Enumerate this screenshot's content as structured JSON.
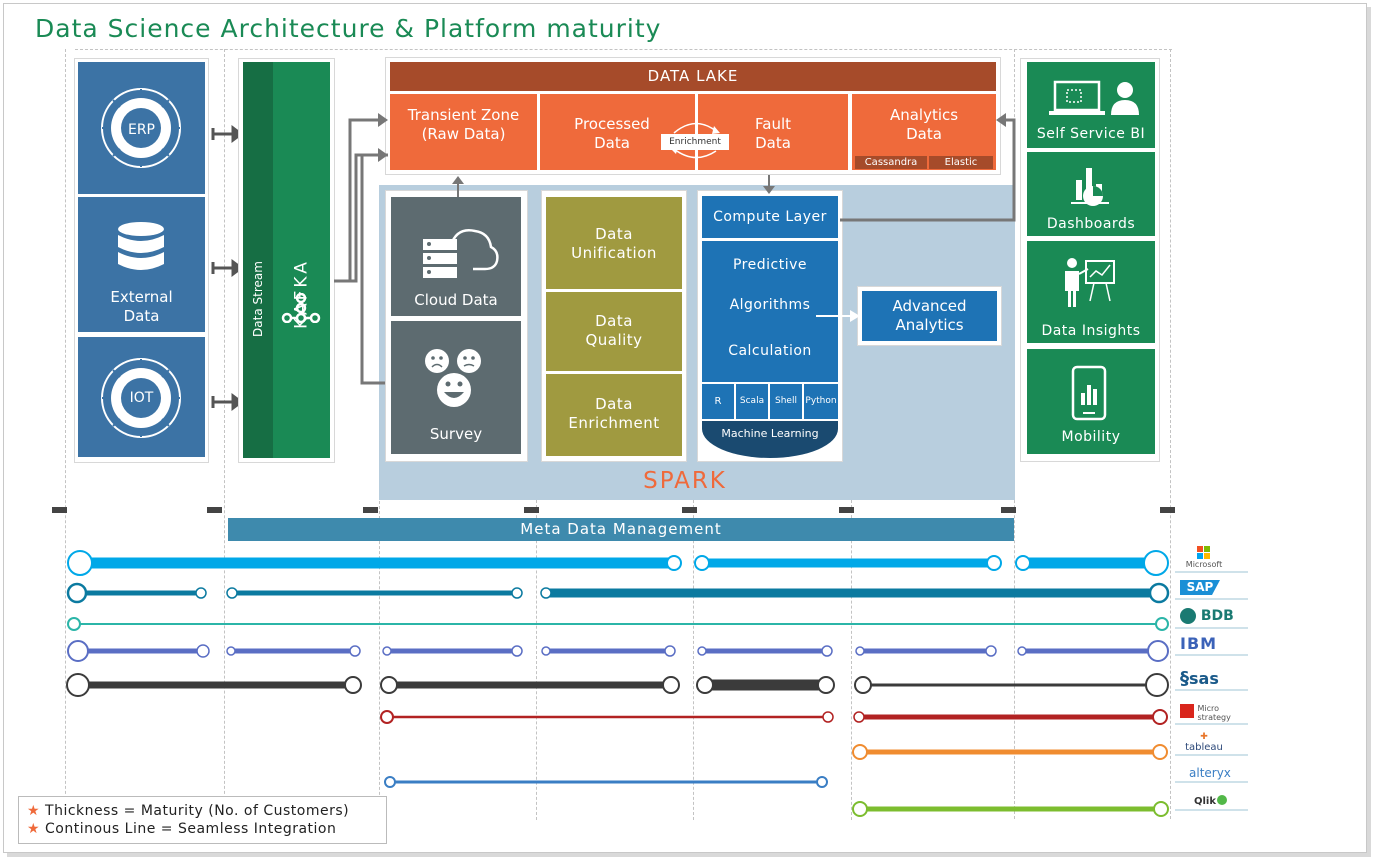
{
  "title": "Data Science Architecture & Platform maturity",
  "sources": [
    {
      "name": "ERP",
      "icon": "erp-wheel-icon"
    },
    {
      "name": "External Data",
      "icon": "database-icon"
    },
    {
      "name": "IOT",
      "icon": "iot-wheel-icon"
    }
  ],
  "stream": {
    "label": "Data Stream",
    "kafka": "KAFKA",
    "icon": "kafka-nodes-icon"
  },
  "data_lake": {
    "header": "DATA LAKE",
    "zones": [
      "Transient Zone (Raw Data)",
      "Processed Data",
      "Fault Data",
      "Analytics Data"
    ],
    "enrichment": "Enrichment",
    "sub": [
      "Cassandra",
      "Elastic"
    ]
  },
  "inputs": [
    {
      "name": "Cloud Data",
      "icon": "cloud-server-icon"
    },
    {
      "name": "Survey",
      "icon": "smiley-faces-icon"
    }
  ],
  "processing": [
    "Data Unification",
    "Data Quality",
    "Data Enrichment"
  ],
  "compute": {
    "header": "Compute Layer",
    "items": [
      "Predictive",
      "Algorithms",
      "Calculation"
    ],
    "langs": [
      "R",
      "Scala",
      "Shell",
      "Python"
    ],
    "ml": "Machine Learning"
  },
  "advanced": "Advanced Analytics",
  "spark": "SPARK",
  "outputs": [
    {
      "name": "Self Service BI",
      "icon": "laptop-user-icon"
    },
    {
      "name": "Dashboards",
      "icon": "chart-icon"
    },
    {
      "name": "Data Insights",
      "icon": "presenter-icon"
    },
    {
      "name": "Mobility",
      "icon": "mobile-chart-icon"
    }
  ],
  "meta": "Meta Data Management",
  "vendors": [
    "Microsoft",
    "SAP",
    "BDB",
    "IBM",
    "sas",
    "Micro strategy",
    "tableau",
    "alteryx",
    "Qlik"
  ],
  "colors": {
    "microsoft": "#00a8e8",
    "sap": "#0b7aa0",
    "bdb": "#2bb5a8",
    "ibm": "#5a6ec4",
    "sas": "#3b3b3b",
    "microstrategy": "#b22222",
    "tableau": "#f08c30",
    "alteryx": "#3a7ec4",
    "qlik": "#7cbd2f"
  },
  "legend": [
    "Thickness = Maturity (No. of Customers)",
    "Continous Line = Seamless Integration"
  ]
}
